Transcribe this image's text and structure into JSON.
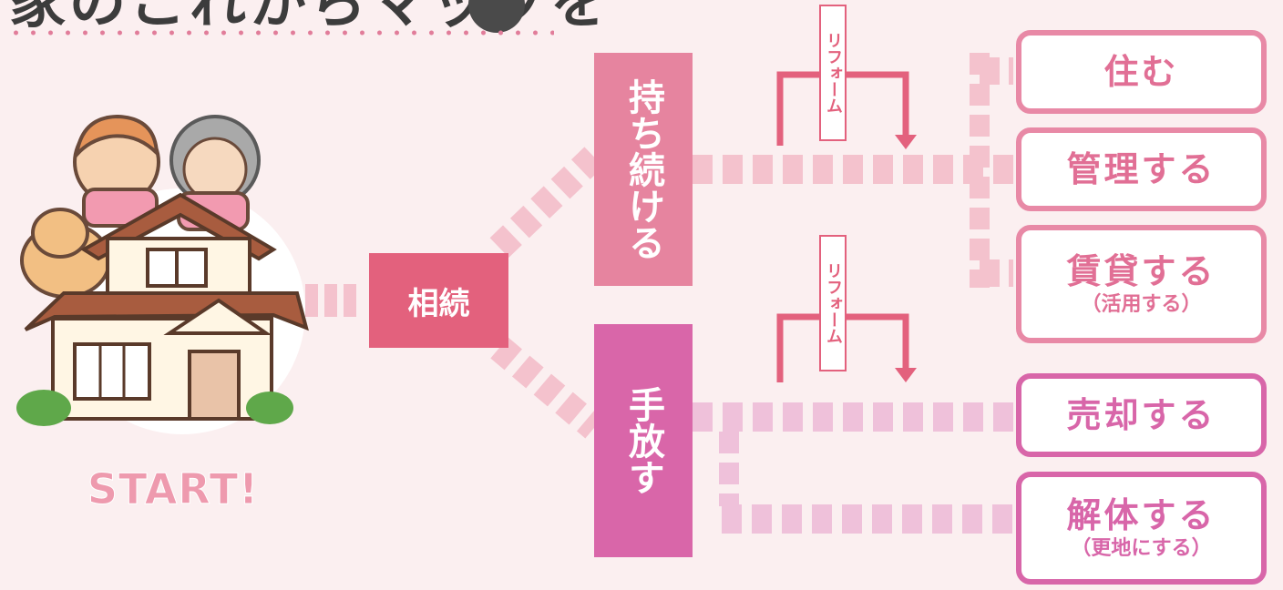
{
  "title": "家のこれからマップを",
  "nodes": {
    "inherit": "相続",
    "keep": "持ち続ける",
    "release": "手放す"
  },
  "reform_label": "リフォーム",
  "results": {
    "live": {
      "main": "住む"
    },
    "manage": {
      "main": "管理する"
    },
    "rent": {
      "main": "賃貸する",
      "sub": "（活用する）"
    },
    "sell": {
      "main": "売却する"
    },
    "demolish": {
      "main": "解体する",
      "sub": "（更地にする）"
    }
  },
  "start_label": "START!",
  "colors": {
    "background": "#fbeff0",
    "inherit": "#e3617d",
    "keep": "#e6849f",
    "release": "#d966a9",
    "keep_connector": "#f4c2cd",
    "release_connector": "#efc1da"
  }
}
